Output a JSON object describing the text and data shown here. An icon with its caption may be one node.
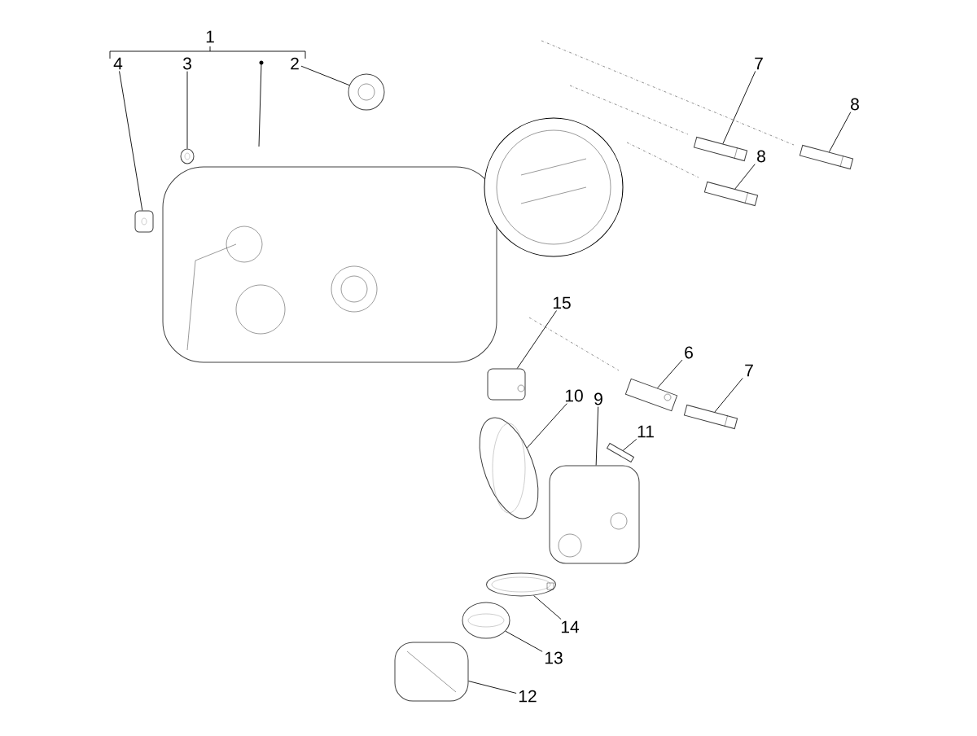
{
  "diagram": {
    "nodes": [
      {
        "text": [
          "1"
        ]
      },
      {
        "text": [
          "4"
        ]
      },
      {
        "text": [
          "3"
        ]
      },
      {
        "text": [
          "2"
        ]
      },
      {
        "text": [
          "7"
        ]
      },
      {
        "text": [
          "8"
        ]
      },
      {
        "text": [
          "8"
        ]
      },
      {
        "text": [
          "15"
        ]
      },
      {
        "text": [
          "6"
        ]
      },
      {
        "text": [
          "10"
        ]
      },
      {
        "text": [
          "9"
        ]
      },
      {
        "text": [
          "7"
        ]
      },
      {
        "text": [
          "11"
        ]
      },
      {
        "text": [
          "14"
        ]
      },
      {
        "text": [
          "13"
        ]
      },
      {
        "text": [
          "12"
        ]
      },
      {
        "text": [],
        "shape": "picture"
      },
      {
        "text": [],
        "shape": "picture"
      },
      {
        "text": [],
        "shape": "picture"
      },
      {
        "text": [],
        "shape": "picture"
      },
      {
        "text": [],
        "shape": "picture"
      },
      {
        "text": [],
        "shape": "picture"
      },
      {
        "text": [],
        "shape": "picture"
      },
      {
        "text": [],
        "shape": "picture"
      },
      {
        "text": [],
        "shape": "picture"
      },
      {
        "text": [],
        "shape": "picture"
      },
      {
        "text": [],
        "shape": "picture"
      },
      {
        "text": [],
        "shape": "picture"
      },
      {
        "text": [],
        "shape": "picture"
      },
      {
        "text": [],
        "shape": "picture"
      },
      {
        "text": [],
        "shape": "picture"
      },
      {
        "text": [],
        "shape": "picture"
      }
    ],
    "edges": [
      {
        "from": 1,
        "to": 19,
        "arrow": "none"
      },
      {
        "from": 2,
        "to": 18,
        "arrow": "none"
      },
      {
        "from": 3,
        "to": 17,
        "arrow": "none"
      },
      {
        "from": 4,
        "to": 20,
        "arrow": "none"
      },
      {
        "from": 5,
        "to": 21,
        "arrow": "none"
      },
      {
        "from": 6,
        "to": 22,
        "arrow": "none"
      },
      {
        "from": 7,
        "to": 23,
        "arrow": "none"
      },
      {
        "from": 8,
        "to": 24,
        "arrow": "none"
      },
      {
        "from": 11,
        "to": 25,
        "arrow": "none"
      },
      {
        "from": 9,
        "to": 26,
        "arrow": "none"
      },
      {
        "from": 10,
        "to": 27,
        "arrow": "none"
      },
      {
        "from": 12,
        "to": 28,
        "arrow": "none"
      },
      {
        "from": 13,
        "to": 29,
        "arrow": "none"
      },
      {
        "from": 14,
        "to": 30,
        "arrow": "none"
      },
      {
        "from": 15,
        "to": 31,
        "arrow": "none"
      }
    ]
  }
}
